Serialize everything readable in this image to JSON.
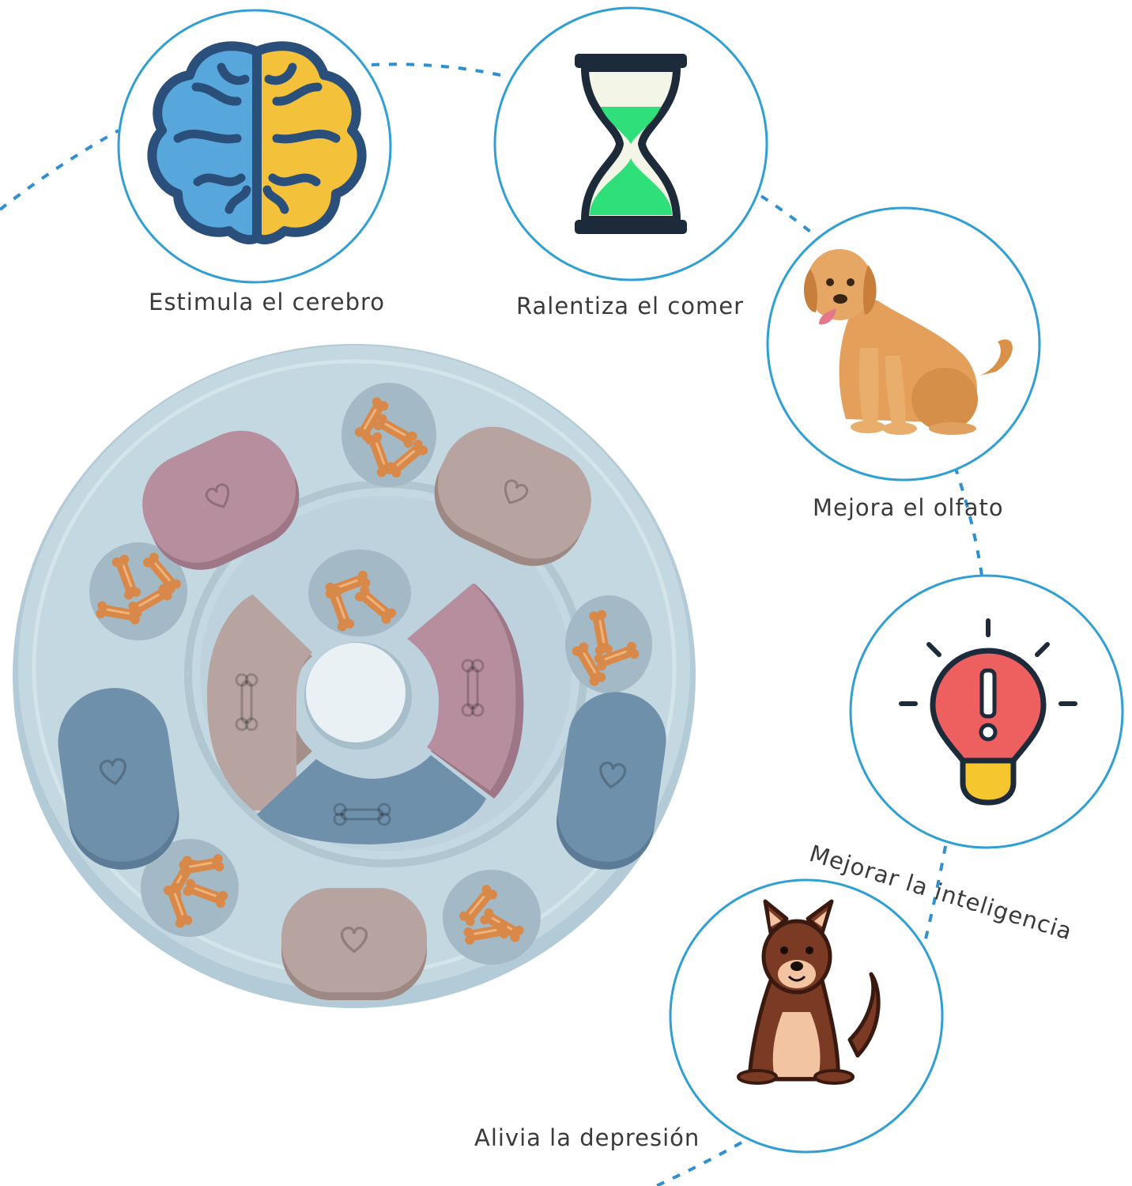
{
  "features": [
    {
      "id": "brain",
      "label": "Estimula el cerebro",
      "icon": "brain-icon"
    },
    {
      "id": "hourglass",
      "label": "Ralentiza el comer",
      "icon": "hourglass-icon"
    },
    {
      "id": "dog-sitting",
      "label": "Mejora el olfato",
      "icon": "golden-dog-icon"
    },
    {
      "id": "lightbulb",
      "label": "Mejorar la inteligencia",
      "icon": "lightbulb-alert-icon"
    },
    {
      "id": "dog-brown",
      "label": "Alivia la depresión",
      "icon": "brown-dog-icon"
    }
  ],
  "colors": {
    "circle_border": "#2f9fd4",
    "dash_line": "#2f8fd0",
    "bowl_base": "#bcd3dd",
    "lid_pink": "#b78e9d",
    "lid_taupe": "#b7a39f",
    "lid_blue": "#6f90ab",
    "treat": "#d8894a",
    "brain_blue": "#57a7dd",
    "brain_yellow": "#f3c13a",
    "brain_outline": "#2a4f7a",
    "hourglass_green": "#2fe07a",
    "bulb_red": "#ee6060",
    "bulb_yellow": "#f6c62f"
  }
}
